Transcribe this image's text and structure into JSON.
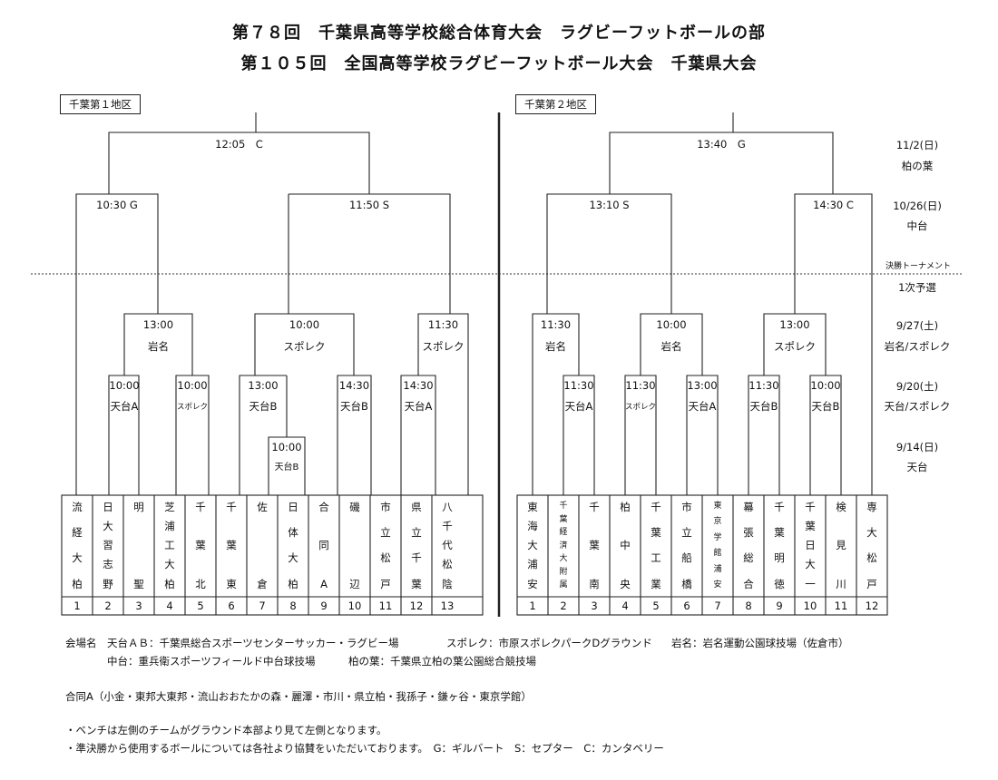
{
  "titles": {
    "line1": "第７８回　千葉県高等学校総合体育大会　ラグビーフットボールの部",
    "line2": "第１０５回　全国高等学校ラグビーフットボール大会　千葉県大会"
  },
  "regions": {
    "left": "千葉第１地区",
    "right": "千葉第２地区"
  },
  "left_teams": [
    {
      "num": "1",
      "chars": [
        "流",
        "経",
        "大",
        "柏"
      ]
    },
    {
      "num": "2",
      "chars": [
        "日",
        "大",
        "習",
        "志",
        "野"
      ]
    },
    {
      "num": "3",
      "chars": [
        "明",
        "聖"
      ]
    },
    {
      "num": "4",
      "chars": [
        "芝",
        "浦",
        "工",
        "大",
        "柏"
      ]
    },
    {
      "num": "5",
      "chars": [
        "千",
        "葉",
        "北"
      ]
    },
    {
      "num": "6",
      "chars": [
        "千",
        "葉",
        "東"
      ]
    },
    {
      "num": "7",
      "chars": [
        "佐",
        "倉"
      ]
    },
    {
      "num": "8",
      "chars": [
        "日",
        "体",
        "大",
        "柏"
      ]
    },
    {
      "num": "9",
      "chars": [
        "合",
        "同",
        "A"
      ]
    },
    {
      "num": "10",
      "chars": [
        "磯",
        "辺"
      ]
    },
    {
      "num": "11",
      "chars": [
        "市",
        "立",
        "松",
        "戸"
      ]
    },
    {
      "num": "12",
      "chars": [
        "県",
        "立",
        "千",
        "葉"
      ]
    },
    {
      "num": "13",
      "chars": [
        "八",
        "千",
        "代",
        "松",
        "陰"
      ]
    }
  ],
  "right_teams": [
    {
      "num": "1",
      "chars": [
        "東",
        "海",
        "大",
        "浦",
        "安"
      ]
    },
    {
      "num": "2",
      "chars": [
        "千",
        "葉",
        "経",
        "済",
        "大",
        "附",
        "属"
      ]
    },
    {
      "num": "3",
      "chars": [
        "千",
        "葉",
        "南"
      ]
    },
    {
      "num": "4",
      "chars": [
        "柏",
        "中",
        "央"
      ]
    },
    {
      "num": "5",
      "chars": [
        "千",
        "葉",
        "工",
        "業"
      ]
    },
    {
      "num": "6",
      "chars": [
        "市",
        "立",
        "船",
        "橋"
      ]
    },
    {
      "num": "7",
      "chars": [
        "東",
        "京",
        "学",
        "館",
        "浦",
        "安"
      ]
    },
    {
      "num": "8",
      "chars": [
        "幕",
        "張",
        "総",
        "合"
      ]
    },
    {
      "num": "9",
      "chars": [
        "千",
        "葉",
        "明",
        "徳"
      ]
    },
    {
      "num": "10",
      "chars": [
        "千",
        "葉",
        "日",
        "大",
        "一"
      ]
    },
    {
      "num": "11",
      "chars": [
        "検",
        "見",
        "川"
      ]
    },
    {
      "num": "12",
      "chars": [
        "専",
        "大",
        "松",
        "戸"
      ]
    }
  ],
  "left_matches": {
    "m8_1": {
      "time": "10:00",
      "venue": "天台B"
    },
    "m2_3": {
      "time": "10:00",
      "venue": "天台A"
    },
    "m4_5": {
      "time": "10:00",
      "venue": "スポレク"
    },
    "m6_7": {
      "time": "13:00",
      "venue": "天台B"
    },
    "m8_9": {
      "time": "14:30",
      "venue": "天台B"
    },
    "m11_12": {
      "time": "14:30",
      "venue": "天台A"
    },
    "r2_a": {
      "time": "13:00",
      "venue": "岩名"
    },
    "r2_b": {
      "time": "10:00",
      "venue": "スポレク"
    },
    "r2_c": {
      "time": "11:30",
      "venue": "スポレク"
    },
    "q1": "10:30 G",
    "q2": "11:50 S",
    "final": "12:05　C"
  },
  "right_matches": {
    "m2_3": {
      "time": "11:30",
      "venue": "天台A"
    },
    "m4_5": {
      "time": "11:30",
      "venue": "スポレク"
    },
    "m6_7": {
      "time": "13:00",
      "venue": "天台A"
    },
    "m8_9": {
      "time": "11:30",
      "venue": "天台B"
    },
    "m10_11": {
      "time": "10:00",
      "venue": "天台B"
    },
    "r2_a": {
      "time": "11:30",
      "venue": "岩名"
    },
    "r2_b": {
      "time": "10:00",
      "venue": "岩名"
    },
    "r2_c": {
      "time": "13:00",
      "venue": "スポレク"
    },
    "q1": "13:10 S",
    "q2": "14:30 C",
    "final": "13:40　G"
  },
  "schedule": [
    {
      "date": "11/2(日)",
      "venue": "柏の葉"
    },
    {
      "date": "10/26(日)",
      "venue": "中台"
    },
    {
      "date": "9/27(土)",
      "venue": "岩名/スポレク"
    },
    {
      "date": "9/20(土)",
      "venue": "天台/スポレク"
    },
    {
      "date": "9/14(日)",
      "venue": "天台"
    }
  ],
  "schedule_labels": {
    "finals": "決勝トーナメント",
    "prelim": "1次予選"
  },
  "notes": {
    "venue_head": "会場名",
    "venue_line1a": "天台ＡＢ：千葉県総合スポーツセンターサッカー・ラグビー場",
    "venue_line1b": "スポレク：市原スポレクパークDグラウンド",
    "venue_line1c": "岩名：岩名運動公園球技場（佐倉市）",
    "venue_line2a": "中台：重兵衛スポーツフィールド中台球技場",
    "venue_line2b": "柏の葉：千葉県立柏の葉公園総合競技場",
    "joint": "合同A（小金・東邦大東邦・流山おおたかの森・麗澤・市川・県立柏・我孫子・鎌ヶ谷・東京学館）",
    "bench": "・ベンチは左側のチームがグラウンド本部より見て左側となります。",
    "ball": "・準決勝から使用するボールについては各社より協賛をいただいております。　G：ギルバート　S：セプター　C：カンタベリー"
  }
}
